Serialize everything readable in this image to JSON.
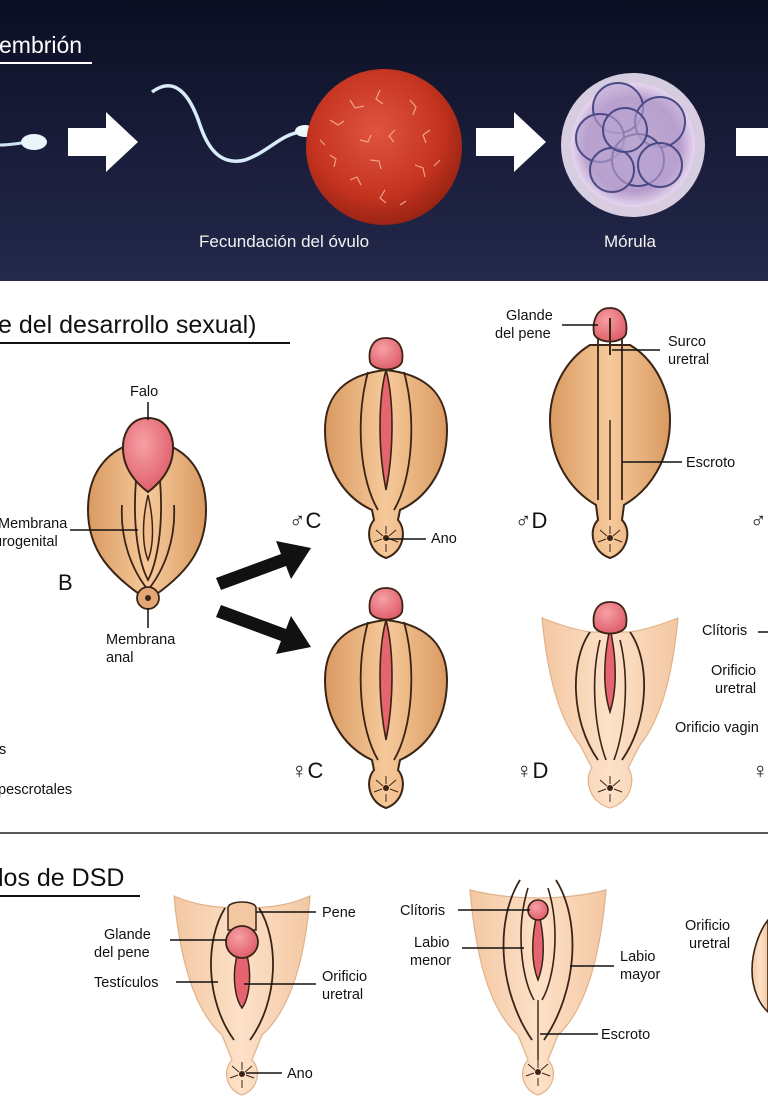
{
  "top": {
    "title": "embrión",
    "fecundacion": "Fecundación del óvulo",
    "morula": "Mórula"
  },
  "desarrollo": {
    "title": "e del desarrollo sexual)",
    "falo": "Falo",
    "membrana_urogenital_1": "Membrana",
    "membrana_urogenital_2": "urogenital",
    "stage_b": "B",
    "membrana_anal_1": "Membrana",
    "membrana_anal_2": "anal",
    "stage_male_c": "♂C",
    "stage_male_d": "♂D",
    "stage_male_e": "♂",
    "stage_female_c": "♀C",
    "stage_female_d": "♀D",
    "stage_female_e": "♀",
    "ano": "Ano",
    "glande_1": "Glande",
    "glande_2": "del pene",
    "surco_1": "Surco",
    "surco_2": "uretral",
    "escroto": "Escroto",
    "clitoris": "Clítoris",
    "orificio_uretral_1": "Orificio",
    "orificio_uretral_2": "uretral",
    "orificio_vaginal": "Orificio vagin",
    "left_frag_1": "s",
    "left_frag_2": "pescrotales"
  },
  "dsd": {
    "title": "los de DSD",
    "glande_1": "Glande",
    "glande_2": "del pene",
    "pene": "Pene",
    "testiculos": "Testículos",
    "orificio_1": "Orificio",
    "orificio_2": "uretral",
    "ano": "Ano",
    "clitoris": "Clítoris",
    "labio_menor_1": "Labio",
    "labio_menor_2": "menor",
    "labio_mayor_1": "Labio",
    "labio_mayor_2": "mayor",
    "escroto": "Escroto",
    "orificio_right_1": "Orificio",
    "orificio_right_2": "uretral"
  }
}
